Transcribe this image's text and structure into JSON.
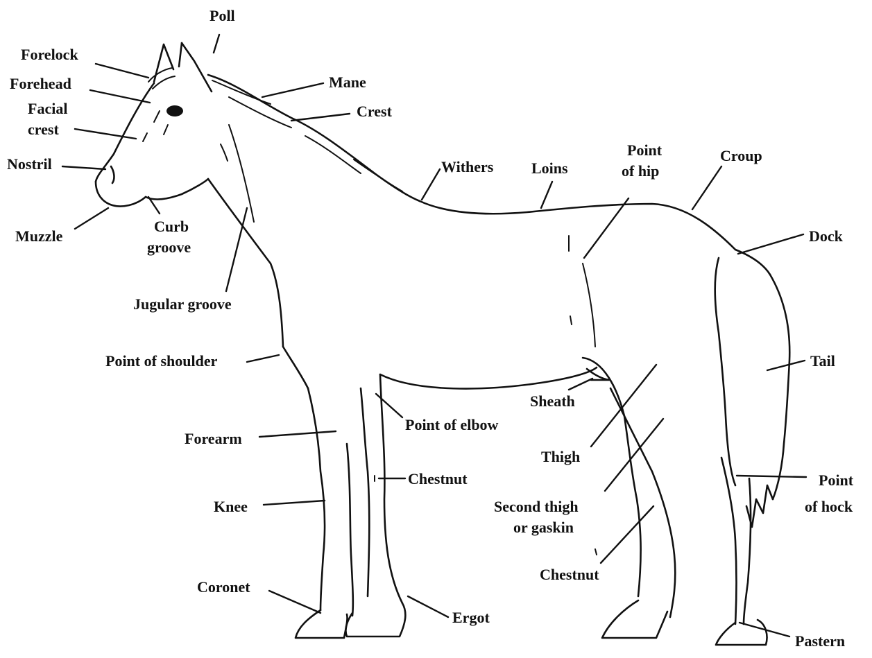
{
  "labels": {
    "poll": "Poll",
    "forelock": "Forelock",
    "forehead": "Forehead",
    "facial_crest_1": "Facial",
    "facial_crest_2": "crest",
    "nostril": "Nostril",
    "muzzle": "Muzzle",
    "curb_groove_1": "Curb",
    "curb_groove_2": "groove",
    "jugular_groove": "Jugular groove",
    "point_of_shoulder": "Point of shoulder",
    "forearm": "Forearm",
    "knee": "Knee",
    "coronet": "Coronet",
    "mane": "Mane",
    "crest": "Crest",
    "withers": "Withers",
    "loins": "Loins",
    "point_of_hip_1": "Point",
    "point_of_hip_2": "of hip",
    "croup": "Croup",
    "dock": "Dock",
    "tail": "Tail",
    "sheath": "Sheath",
    "point_of_elbow": "Point of elbow",
    "chestnut_front": "Chestnut",
    "ergot": "Ergot",
    "thigh": "Thigh",
    "second_thigh_1": "Second thigh",
    "second_thigh_2": "or gaskin",
    "chestnut_hind": "Chestnut",
    "point_of_hock_1": "Point",
    "point_of_hock_2": "of hock",
    "pastern": "Pastern"
  }
}
